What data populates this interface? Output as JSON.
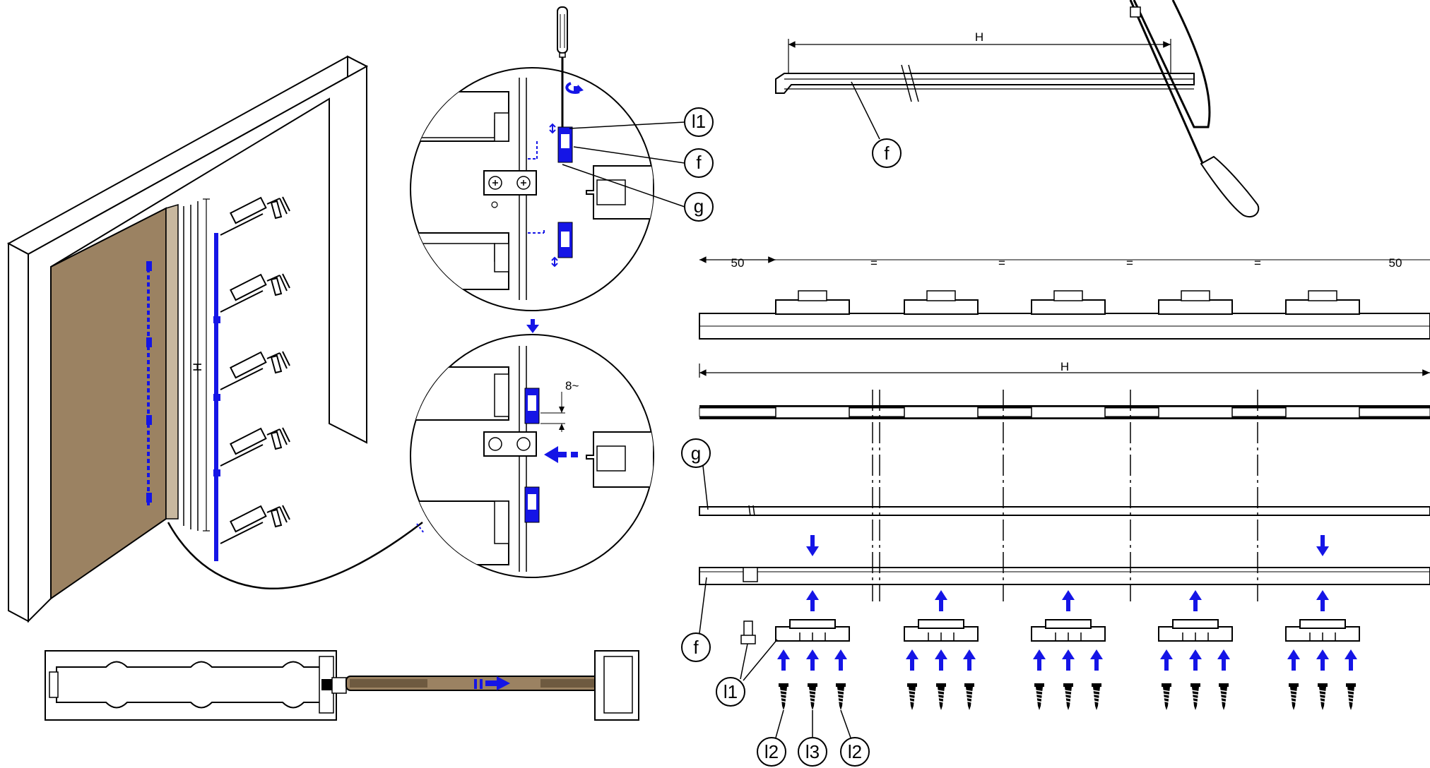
{
  "callouts": {
    "l1": "l1",
    "f": "f",
    "g": "g",
    "l2": "l2",
    "l3": "l3"
  },
  "dimensions": {
    "height": "H",
    "gap": "8~",
    "edge_offset": "50",
    "equal": "="
  },
  "colors": {
    "accent": "#1515e6",
    "wood": "#9b8262",
    "wood_dark": "#6e5a40",
    "line": "#000000"
  },
  "icons": [
    "screwdriver-icon",
    "saw-icon",
    "screw-icon",
    "arrow-icon",
    "caulking-gun-icon"
  ]
}
